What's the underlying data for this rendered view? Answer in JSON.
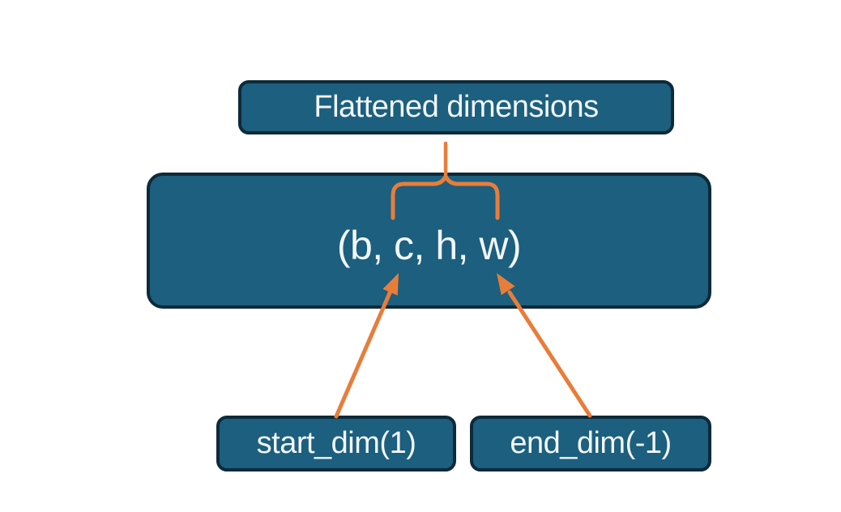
{
  "colors": {
    "background": "#ffffff",
    "node_fill": "#1c5f7e",
    "node_border": "#0d2a39",
    "accent_orange": "#e87d3a",
    "text": "#f2f6f8"
  },
  "nodes": {
    "flattened_dims": {
      "label": "Flattened dimensions"
    },
    "tensor_shape": {
      "label": "(b, c, h, w)"
    },
    "start_dim": {
      "label": "start_dim(1)"
    },
    "end_dim": {
      "label": "end_dim(-1)"
    }
  },
  "connections": [
    {
      "from": "flattened_dims",
      "to": "tensor_shape",
      "type": "brace",
      "spans": "c, h, w"
    },
    {
      "from": "start_dim",
      "to": "tensor_shape",
      "type": "arrow",
      "points_at": "c"
    },
    {
      "from": "end_dim",
      "to": "tensor_shape",
      "type": "arrow",
      "points_at": "w"
    }
  ]
}
